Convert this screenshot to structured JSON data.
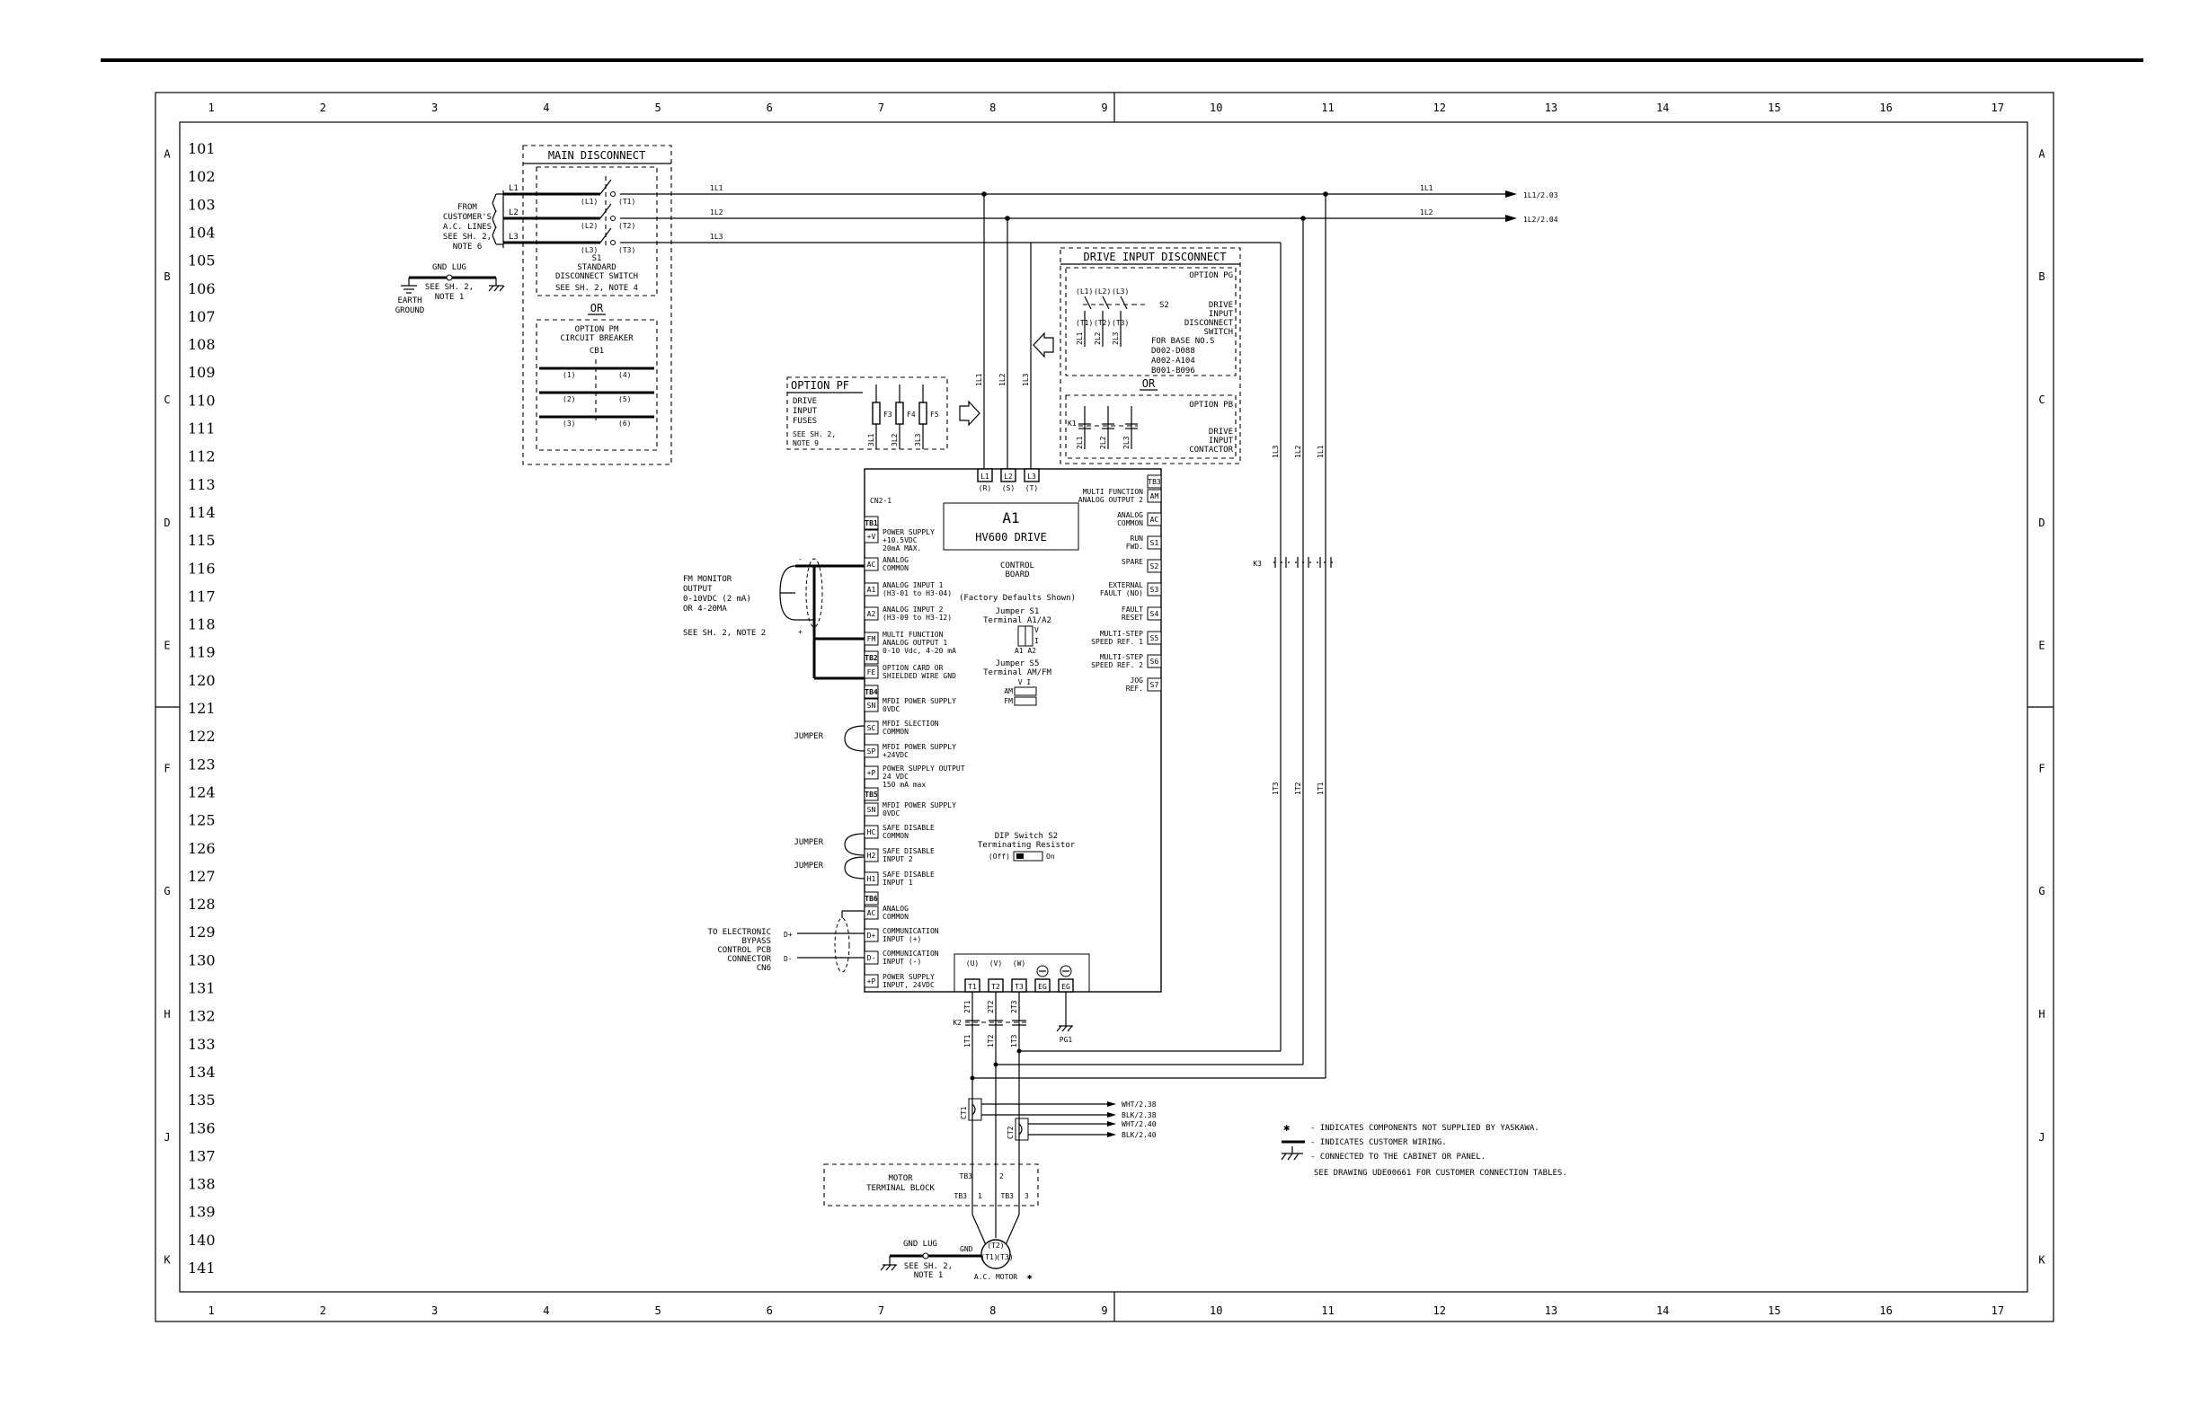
{
  "grid": {
    "columns": [
      "1",
      "2",
      "3",
      "4",
      "5",
      "6",
      "7",
      "8",
      "9",
      "10",
      "11",
      "12",
      "13",
      "14",
      "15",
      "16",
      "17"
    ],
    "row_letters": [
      "A",
      "B",
      "C",
      "D",
      "E",
      "F",
      "G",
      "H",
      "J",
      "K"
    ],
    "line_numbers": [
      "101",
      "102",
      "103",
      "104",
      "105",
      "106",
      "107",
      "108",
      "109",
      "110",
      "111",
      "112",
      "113",
      "114",
      "115",
      "116",
      "117",
      "118",
      "119",
      "120",
      "121",
      "122",
      "123",
      "124",
      "125",
      "126",
      "127",
      "128",
      "129",
      "130",
      "131",
      "132",
      "133",
      "134",
      "135",
      "136",
      "137",
      "138",
      "139",
      "140",
      "141"
    ]
  },
  "incoming": {
    "from": [
      "FROM",
      "CUSTOMER'S",
      "A.C. LINES",
      "SEE SH. 2,",
      "NOTE 6"
    ],
    "lines": [
      "L1",
      "L2",
      "L3"
    ],
    "gnd_lug": "GND LUG",
    "gnd_note": [
      "SEE SH. 2,",
      "NOTE 1"
    ],
    "earth": [
      "EARTH",
      "GROUND"
    ]
  },
  "main_disconnect": {
    "title": "MAIN DISCONNECT",
    "terms_in": [
      "(L1)",
      "(L2)",
      "(L3)"
    ],
    "terms_out": [
      "(T1)",
      "(T2)",
      "(T3)"
    ],
    "device": "S1",
    "label": [
      "STANDARD",
      "DISCONNECT SWITCH",
      "SEE SH. 2, NOTE 4"
    ],
    "or": "OR",
    "cb_title": [
      "OPTION PM",
      "CIRCUIT BREAKER"
    ],
    "cb_device": "CB1",
    "cb_terms_in": [
      "(1)",
      "(2)",
      "(3)"
    ],
    "cb_terms_out": [
      "(4)",
      "(5)",
      "(6)"
    ]
  },
  "wires": {
    "L1": "1L1",
    "L2": "1L2",
    "L3": "1L3",
    "dest1": "1L1/2.03",
    "dest2": "1L2/2.04",
    "v1": "1L1",
    "v2": "1L2",
    "v3": "1L3",
    "t1": "1T1",
    "t2": "1T2",
    "t3": "1T3",
    "k3": "K3"
  },
  "option_pf": {
    "title": "OPTION PF",
    "label": [
      "DRIVE",
      "INPUT",
      "FUSES"
    ],
    "note": [
      "SEE SH. 2,",
      "NOTE 9"
    ],
    "fuses": [
      "F3",
      "F4",
      "F5"
    ],
    "wires": [
      "3L1",
      "3L2",
      "3L3"
    ]
  },
  "drive_input_disconnect": {
    "title": "DRIVE INPUT DISCONNECT",
    "pg": "OPTION PG",
    "terms_in": [
      "(L1)",
      "(L2)",
      "(L3)"
    ],
    "terms_out": [
      "(T1)",
      "(T2)",
      "(T3)"
    ],
    "wires": [
      "2L1",
      "2L2",
      "2L3"
    ],
    "device": "S2",
    "label": [
      "DRIVE",
      "INPUT",
      "DISCONNECT",
      "SWITCH"
    ],
    "base": [
      "FOR BASE NO.S",
      "D002-D088",
      "A002-A104",
      "B001-B096"
    ],
    "or": "OR",
    "pb": "OPTION PB",
    "contactor": "K1",
    "contactor_label": [
      "DRIVE",
      "INPUT",
      "CONTACTOR"
    ]
  },
  "drive": {
    "input_terms": [
      "L1",
      "L2",
      "L3"
    ],
    "input_alt": [
      "(R)",
      "(S)",
      "(T)"
    ],
    "name": "A1",
    "model": "HV600 DRIVE",
    "cn2": "CN2-1",
    "board": [
      "CONTROL",
      "BOARD"
    ],
    "factory": "(Factory Defaults Shown)",
    "jumper_s1": [
      "Jumper S1",
      "Terminal A1/A2"
    ],
    "jumper_s5": [
      "Jumper S5",
      "Terminal AM/FM"
    ],
    "s1_marks": [
      "V",
      "I",
      "A1 A2"
    ],
    "s5_marks": [
      "V  I",
      "AM",
      "FM"
    ],
    "dip": [
      "DIP Switch S2",
      "Terminating Resistor"
    ],
    "dip_marks": [
      "(Off)",
      "On"
    ],
    "output_terms": [
      "T1",
      "T2",
      "T3",
      "EG",
      "EG"
    ],
    "output_alt": [
      "(U)",
      "(V)",
      "(W)"
    ],
    "left_terminals": [
      {
        "code": "TB1",
        "label": []
      },
      {
        "code": "+V",
        "label": [
          "POWER SUPPLY",
          "+10.5VDC",
          "20mA MAX."
        ]
      },
      {
        "code": "AC",
        "label": [
          "ANALOG",
          "COMMON"
        ]
      },
      {
        "code": "A1",
        "label": [
          "ANALOG INPUT 1",
          "(H3-01 to H3-04)"
        ]
      },
      {
        "code": "A2",
        "label": [
          "ANALOG INPUT 2",
          "(H3-09 to H3-12)"
        ]
      },
      {
        "code": "FM",
        "label": [
          "MULTI  FUNCTION",
          "ANALOG OUTPUT 1",
          "0-10 Vdc, 4-20 mA"
        ]
      },
      {
        "code": "TB2",
        "label": []
      },
      {
        "code": "FE",
        "label": [
          "OPTION CARD OR",
          "SHIELDED WIRE GND"
        ]
      },
      {
        "code": "TB4",
        "label": []
      },
      {
        "code": "SN",
        "label": [
          "MFDI POWER SUPPLY",
          "0VDC"
        ]
      },
      {
        "code": "SC",
        "label": [
          "MFDI SLECTION",
          "COMMON"
        ]
      },
      {
        "code": "SP",
        "label": [
          "MFDI POWER SUPPLY",
          "+24VDC"
        ]
      },
      {
        "code": "+P",
        "label": [
          "POWER SUPPLY OUTPUT",
          "24 VDC",
          "150 mA max"
        ]
      },
      {
        "code": "TB5",
        "label": []
      },
      {
        "code": "SN",
        "label": [
          "MFDI POWER SUPPLY",
          "0VDC"
        ]
      },
      {
        "code": "HC",
        "label": [
          "SAFE DISABLE",
          "COMMON"
        ]
      },
      {
        "code": "H2",
        "label": [
          "SAFE DISABLE",
          "INPUT 2"
        ]
      },
      {
        "code": "H1",
        "label": [
          "SAFE DISABLE",
          "INPUT 1"
        ]
      },
      {
        "code": "TB6",
        "label": []
      },
      {
        "code": "AC",
        "label": [
          "ANALOG",
          "COMMON"
        ]
      },
      {
        "code": "D+",
        "label": [
          "COMMUNICATION",
          "INPUT (+)"
        ]
      },
      {
        "code": "D-",
        "label": [
          "COMMUNICATION",
          "INPUT (-)"
        ]
      },
      {
        "code": "+P",
        "label": [
          "POWER SUPPLY",
          "INPUT, 24VDC"
        ]
      }
    ],
    "right_terminals": [
      {
        "code": "TB3",
        "label": []
      },
      {
        "code": "AM",
        "label": [
          "MULTI  FUNCTION",
          "ANALOG OUTPUT 2"
        ]
      },
      {
        "code": "AC",
        "label": [
          "ANALOG",
          "COMMON"
        ]
      },
      {
        "code": "S1",
        "label": [
          "RUN",
          "FWD."
        ]
      },
      {
        "code": "S2",
        "label": [
          "SPARE"
        ]
      },
      {
        "code": "S3",
        "label": [
          "EXTERNAL",
          "FAULT (NO)"
        ]
      },
      {
        "code": "S4",
        "label": [
          "FAULT",
          "RESET"
        ]
      },
      {
        "code": "S5",
        "label": [
          "MULTI-STEP",
          "SPEED REF. 1"
        ]
      },
      {
        "code": "S6",
        "label": [
          "MULTI-STEP",
          "SPEED REF. 2"
        ]
      },
      {
        "code": "S7",
        "label": [
          "JOG",
          "REF."
        ]
      }
    ]
  },
  "fm_monitor": [
    "FM MONITOR",
    "OUTPUT",
    "0-10VDC (2 mA)",
    "OR 4-20MA"
  ],
  "fm_note": "SEE SH. 2, NOTE 2",
  "jumper": "JUMPER",
  "bypass": [
    "TO ELECTRONIC",
    "BYPASS",
    "CONTROL PCB",
    "CONNECTOR",
    "CN6"
  ],
  "bypass_terms": [
    "D+",
    "D-"
  ],
  "output": {
    "contactor": "K2",
    "wires": [
      "2T1",
      "2T2",
      "2T3"
    ],
    "pg1": "PG1",
    "ct1": "CT1",
    "ct2": "CT2",
    "ct_dest": [
      "WHT/2.38",
      "BLK/2.38",
      "WHT/2.40",
      "BLK/2.40"
    ]
  },
  "motor": {
    "tb_title": [
      "MOTOR",
      "TERMINAL BLOCK"
    ],
    "tb3": [
      "TB3",
      "TB3"
    ],
    "term_nums": [
      "1",
      "2",
      "3"
    ],
    "tb3_mid": "TB3",
    "gnd_lug": "GND LUG",
    "gnd": "GND",
    "note": [
      "SEE SH. 2,",
      "NOTE 1"
    ],
    "terms": [
      "(T1)",
      "(T2)",
      "(T3)"
    ],
    "label": "A.C. MOTOR"
  },
  "legend": {
    "star": "✱",
    "star_text": "- INDICATES COMPONENTS NOT SUPPLIED BY YASKAWA.",
    "wire_text": "- INDICATES CUSTOMER WIRING.",
    "chassis_text": "- CONNECTED TO THE CABINET OR PANEL.",
    "drawing_note": "SEE DRAWING UDE00661 FOR CUSTOMER CONNECTION TABLES."
  }
}
